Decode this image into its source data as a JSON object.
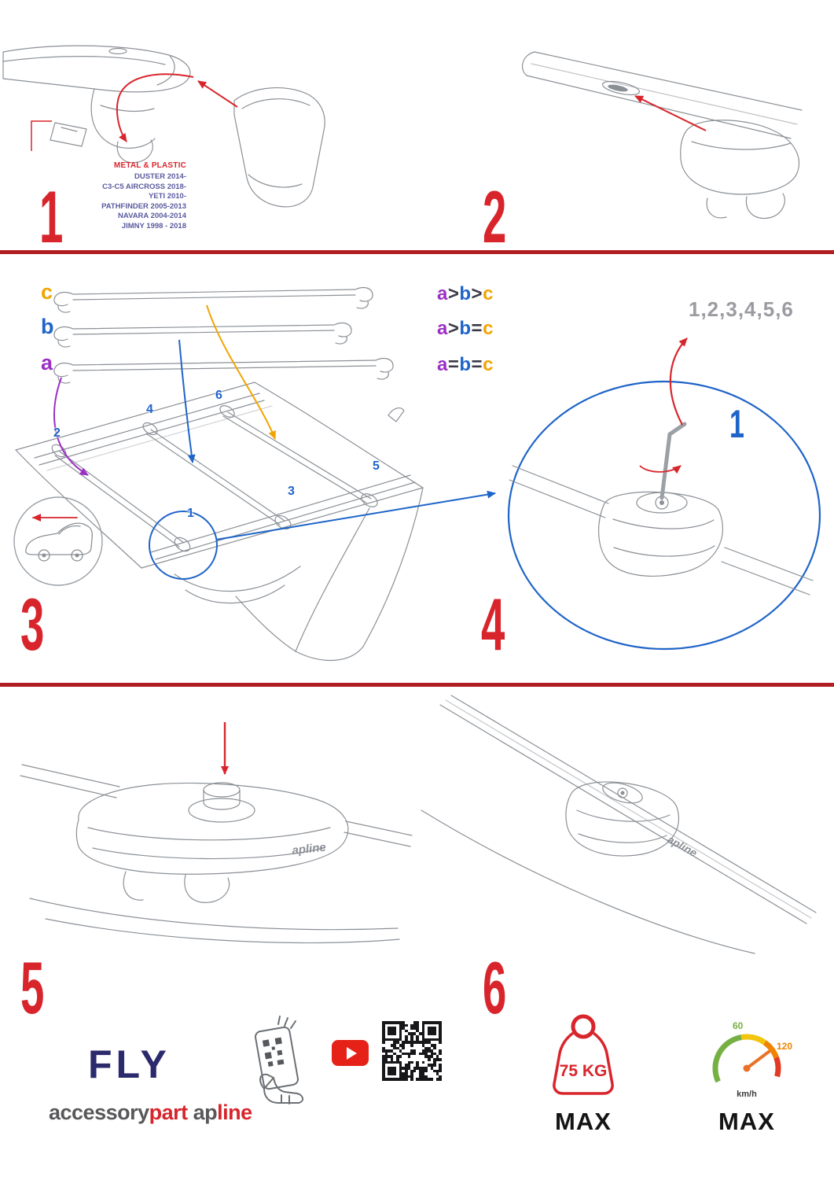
{
  "colors": {
    "accent_red": "#d8252c",
    "accent_blue": "#1f64c8",
    "purple": "#9b2fc4",
    "orange": "#f0a400",
    "brand_navy": "#2b2a6d"
  },
  "step1": {
    "number": "1",
    "material": "METAL & PLASTIC",
    "models": [
      "DUSTER 2014-",
      "C3-C5 AIRCROSS 2018-",
      "YETI 2010-",
      "PATHFINDER 2005-2013",
      "NAVARA 2004-2014",
      "JIMNY 1998 - 2018"
    ]
  },
  "step2": {
    "number": "2"
  },
  "step3": {
    "number": "3",
    "bar_labels": {
      "a": "a",
      "b": "b",
      "c": "c"
    },
    "formulas": [
      {
        "t0": "a",
        "t1": ">",
        "t2": "b",
        "t3": ">",
        "t4": "c"
      },
      {
        "t0": "a",
        "t1": ">",
        "t2": "b",
        "t3": "=",
        "t4": "c"
      },
      {
        "t0": "a",
        "t1": "=",
        "t2": "b",
        "t3": "=",
        "t4": "c"
      }
    ],
    "roof_numbers": [
      "1",
      "2",
      "3",
      "4",
      "5",
      "6"
    ]
  },
  "step4": {
    "number": "4",
    "sequence": "1,2,3,4,5,6",
    "callout": "1"
  },
  "step5": {
    "number": "5",
    "logo": "apline"
  },
  "step6": {
    "number": "6",
    "logo": "apline"
  },
  "footer": {
    "fly": "FLY",
    "brand": {
      "word1_dark": "accessory",
      "word1_red": "part",
      "word2_dark": "ap",
      "word2_red": "line"
    },
    "weight_value": "75 KG",
    "weight_max": "MAX",
    "speed_low": "60",
    "speed_high": "120",
    "speed_unit": "km/h",
    "speed_max": "MAX"
  }
}
